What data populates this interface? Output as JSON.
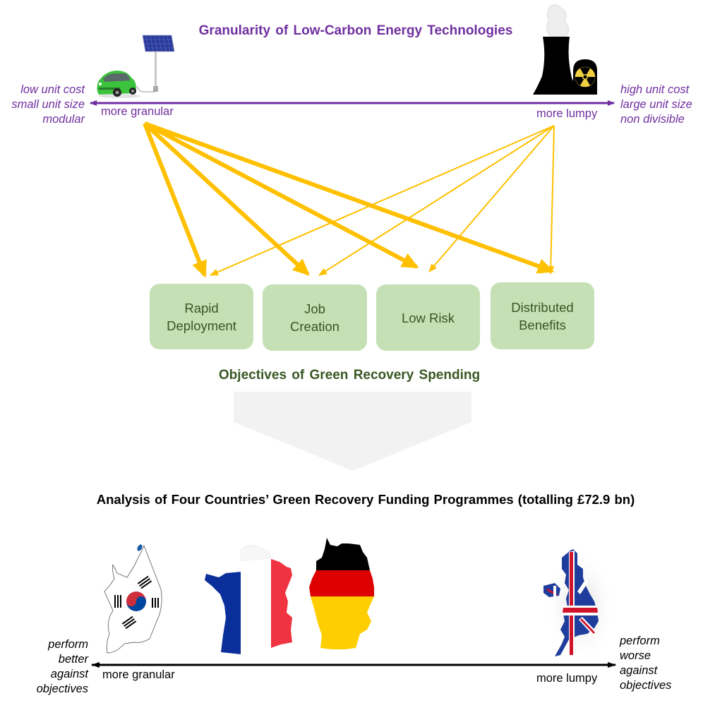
{
  "top": {
    "title": "Granularity of Low-Carbon Energy Technologies",
    "left_notes": [
      "low unit cost",
      "small unit size",
      "modular"
    ],
    "right_notes": [
      "high unit cost",
      "large unit size",
      "non divisible"
    ],
    "axis_left_label": "more granular",
    "axis_right_label": "more lumpy",
    "left_icon": "electric-car-solar-panel-icon",
    "right_icon": "nuclear-plant-icon",
    "axis_color": "#7030a0"
  },
  "arrows": {
    "color": "#ffc000",
    "from_granular": [
      {
        "to": "Rapid Deployment",
        "weight": "thick"
      },
      {
        "to": "Job Creation",
        "weight": "thick"
      },
      {
        "to": "Low Risk",
        "weight": "thick"
      },
      {
        "to": "Distributed Benefits",
        "weight": "thick"
      }
    ],
    "from_lumpy": [
      {
        "to": "Rapid Deployment",
        "weight": "thin"
      },
      {
        "to": "Job Creation",
        "weight": "thin"
      },
      {
        "to": "Low Risk",
        "weight": "thin"
      },
      {
        "to": "Distributed Benefits",
        "weight": "thin"
      }
    ]
  },
  "objectives": {
    "boxes": [
      {
        "line1": "Rapid",
        "line2": "Deployment"
      },
      {
        "line1": "Job",
        "line2": "Creation"
      },
      {
        "line1": "Low Risk",
        "line2": ""
      },
      {
        "line1": "Distributed",
        "line2": "Benefits"
      }
    ],
    "title": "Objectives of Green Recovery Spending",
    "box_color": "#c5e0b4",
    "text_color": "#385723"
  },
  "analysis": {
    "title": "Analysis of Four Countries’ Green Recovery Funding Programmes (totalling  £72.9 bn)",
    "countries": [
      {
        "name": "South Korea",
        "icon": "south-korea-flag-map-icon"
      },
      {
        "name": "France",
        "icon": "france-flag-map-icon"
      },
      {
        "name": "Germany",
        "icon": "germany-flag-map-icon"
      },
      {
        "name": "United Kingdom",
        "icon": "uk-flag-map-icon"
      }
    ],
    "left_notes": [
      "perform",
      "better",
      "against",
      "objectives"
    ],
    "right_notes": [
      "perform",
      "worse",
      "against",
      "objectives"
    ],
    "axis_left_label": "more granular",
    "axis_right_label": "more lumpy"
  }
}
